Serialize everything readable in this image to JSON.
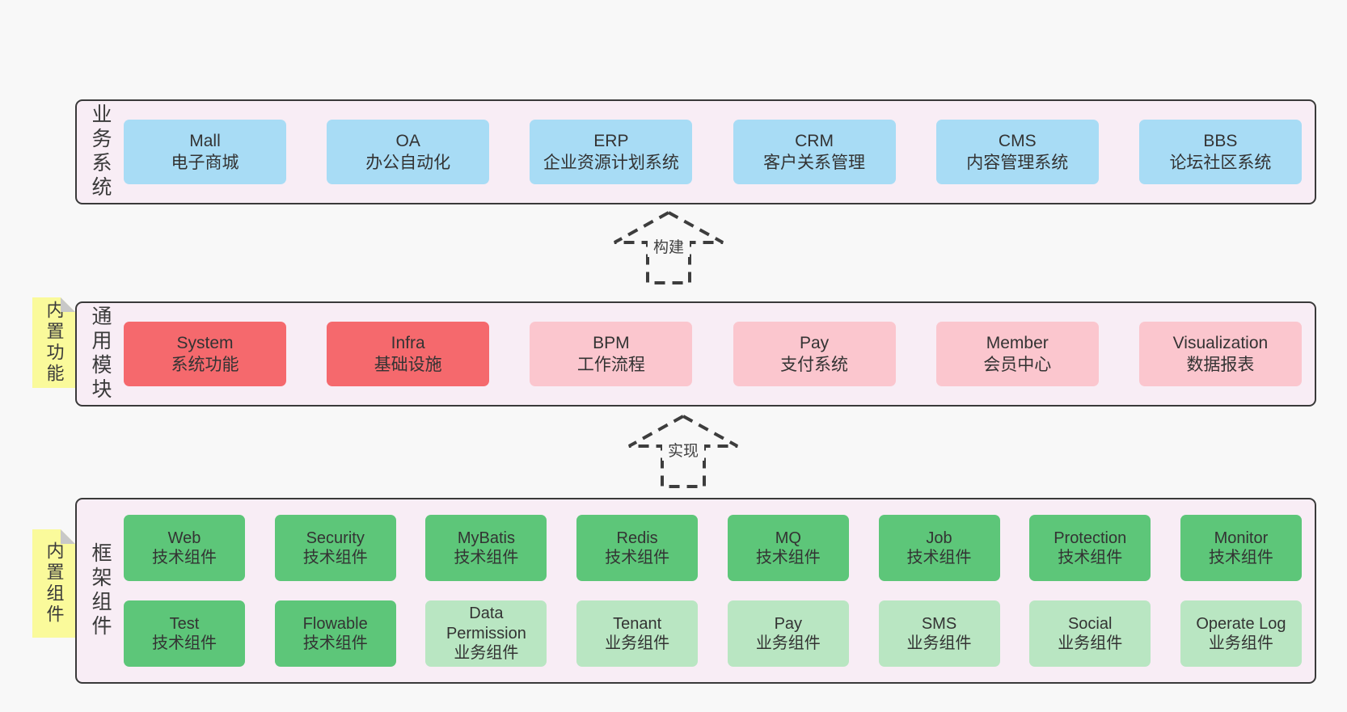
{
  "colors": {
    "page_background": "#f8f8f8",
    "layer_background": "#f8edf5",
    "layer_border": "#3a3a3a",
    "business_box": "#a8dcf5",
    "core_module_box": "#f5696d",
    "module_box": "#fbc6ce",
    "tech_component_box": "#5dc679",
    "biz_component_box": "#b9e6c2",
    "note_background": "#fafa9b",
    "note_fold": "#c8c8c8",
    "text": "#333333"
  },
  "arrows": {
    "build": "构建",
    "implement": "实现"
  },
  "layers": {
    "business": {
      "label": "业务系统",
      "boxes": [
        {
          "name": "Mall",
          "desc": "电子商城"
        },
        {
          "name": "OA",
          "desc": "办公自动化"
        },
        {
          "name": "ERP",
          "desc": "企业资源计划系统"
        },
        {
          "name": "CRM",
          "desc": "客户关系管理"
        },
        {
          "name": "CMS",
          "desc": "内容管理系统"
        },
        {
          "name": "BBS",
          "desc": "论坛社区系统"
        }
      ]
    },
    "modules": {
      "label": "通用模块",
      "note": "内置功能",
      "boxes": [
        {
          "name": "System",
          "desc": "系统功能"
        },
        {
          "name": "Infra",
          "desc": "基础设施"
        },
        {
          "name": "BPM",
          "desc": "工作流程"
        },
        {
          "name": "Pay",
          "desc": "支付系统"
        },
        {
          "name": "Member",
          "desc": "会员中心"
        },
        {
          "name": "Visualization",
          "desc": "数据报表"
        }
      ]
    },
    "components": {
      "label": "框架组件",
      "note": "内置组件",
      "row1": [
        {
          "name": "Web",
          "desc": "技术组件"
        },
        {
          "name": "Security",
          "desc": "技术组件"
        },
        {
          "name": "MyBatis",
          "desc": "技术组件"
        },
        {
          "name": "Redis",
          "desc": "技术组件"
        },
        {
          "name": "MQ",
          "desc": "技术组件"
        },
        {
          "name": "Job",
          "desc": "技术组件"
        },
        {
          "name": "Protection",
          "desc": "技术组件"
        },
        {
          "name": "Monitor",
          "desc": "技术组件"
        }
      ],
      "row2": [
        {
          "name": "Test",
          "desc": "技术组件"
        },
        {
          "name": "Flowable",
          "desc": "技术组件"
        },
        {
          "name": "Data Permission",
          "desc": "业务组件"
        },
        {
          "name": "Tenant",
          "desc": "业务组件"
        },
        {
          "name": "Pay",
          "desc": "业务组件"
        },
        {
          "name": "SMS",
          "desc": "业务组件"
        },
        {
          "name": "Social",
          "desc": "业务组件"
        },
        {
          "name": "Operate Log",
          "desc": "业务组件"
        }
      ]
    }
  }
}
